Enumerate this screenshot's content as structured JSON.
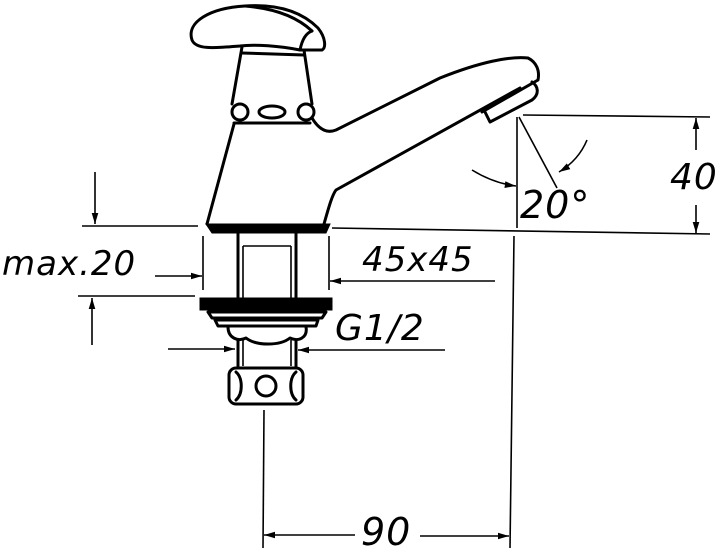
{
  "drawing": {
    "subject": "Pillar tap (single faucet) dimension drawing",
    "line_color": "#000000",
    "background_color": "#ffffff"
  },
  "dimensions": {
    "mount_thickness": {
      "label": "max.20"
    },
    "base_nut": {
      "label": "45x45"
    },
    "thread": {
      "label": "G1/2"
    },
    "spout_angle": {
      "label": "20°"
    },
    "spout_height": {
      "label": "40"
    },
    "spout_reach": {
      "label": "90"
    }
  }
}
